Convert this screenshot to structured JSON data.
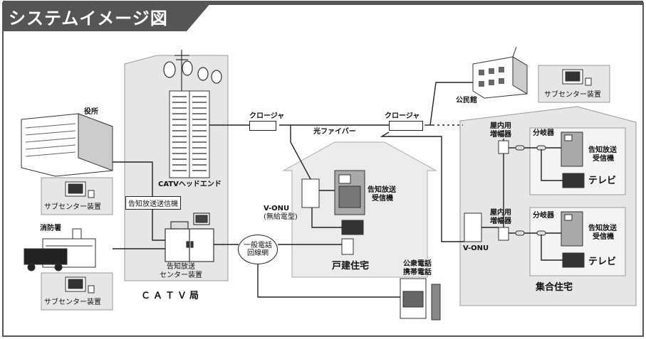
{
  "title": "システムイメージ図",
  "labels": {
    "yakusho": "役所",
    "sub_center_1": "サブセンター装置",
    "sub_center_2": "サブセンター装置",
    "sub_center_3": "サブセンター装置",
    "shobosho": "消防署",
    "catv_headend": "CATVヘッドエンド",
    "kokuchi_sousin": "告知放送送信機",
    "kokuchi_center_1": "告知放送",
    "kokuchi_center_2": "センター装置",
    "catv_kyoku": "ＣＡＴＶ局",
    "closure_1": "クロージャ",
    "closure_2": "クロージャ",
    "hikari_fiber": "光ファイバー",
    "kominkan": "公民館",
    "ippan_denwa_1": "一般電話",
    "ippan_denwa_2": "回線網",
    "vonu_1": "V-ONU",
    "vonu_1_sub": "(無給電型)",
    "kokuchi_recv_1a": "告知放送",
    "kokuchi_recv_1b": "受信機",
    "kodate": "戸建住宅",
    "koshu_1": "公衆電話",
    "koshu_2": "携帯電話",
    "okunai_1a": "屋内用",
    "okunai_1b": "増幅器",
    "bunki_1": "分岐器",
    "kokuchi_recv_2a": "告知放送",
    "kokuchi_recv_2b": "受信機",
    "tv_1": "テレビ",
    "okunai_2a": "屋内用",
    "okunai_2b": "増幅器",
    "bunki_2": "分岐器",
    "kokuchi_recv_3a": "告知放送",
    "kokuchi_recv_3b": "受信機",
    "tv_2": "テレビ",
    "vonu_2": "V-ONU",
    "shugo": "集合住宅"
  },
  "colors": {
    "title_bg": "#555555",
    "panel_bg": "#e6e6e6",
    "house_bg": "#ececec",
    "line": "#222222"
  }
}
